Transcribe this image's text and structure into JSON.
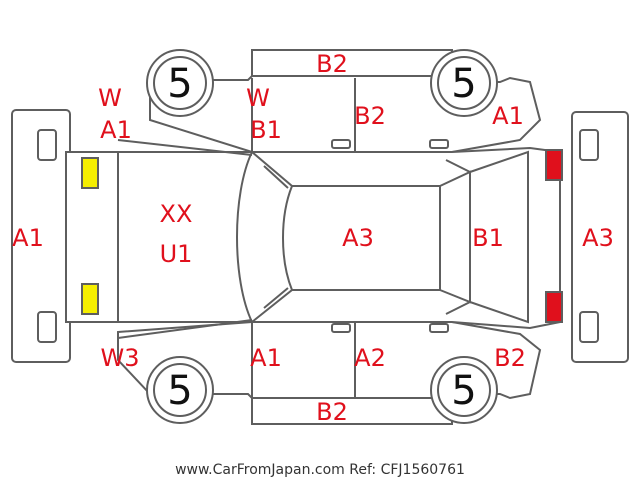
{
  "colors": {
    "damage_code": "#e0101c",
    "outline": "#5e5e5e",
    "headlight": "#f5ee00",
    "taillight": "#e0101c",
    "background": "#ffffff"
  },
  "labels": {
    "top_door_strip": "B2",
    "top_w_front": "W",
    "top_a1_front": "A1",
    "top_w_pillar": "W",
    "top_b1_pillar": "B1",
    "top_rear_door": "B2",
    "top_rear_fender": "A1",
    "front_bumper": "A1",
    "hood_line1": "XX",
    "hood_line2": "U1",
    "roof": "A3",
    "rear_glass": "B1",
    "rear_bumper": "A3",
    "bottom_front_fender": "W3",
    "bottom_front_door": "A1",
    "bottom_rear_door": "A2",
    "bottom_rear_fender": "B2",
    "bottom_door_strip": "B2"
  },
  "wheels": {
    "top_left": "5",
    "top_right": "5",
    "bottom_left": "5",
    "bottom_right": "5"
  },
  "footer": "www.CarFromJapan.com Ref: CFJ1560761"
}
